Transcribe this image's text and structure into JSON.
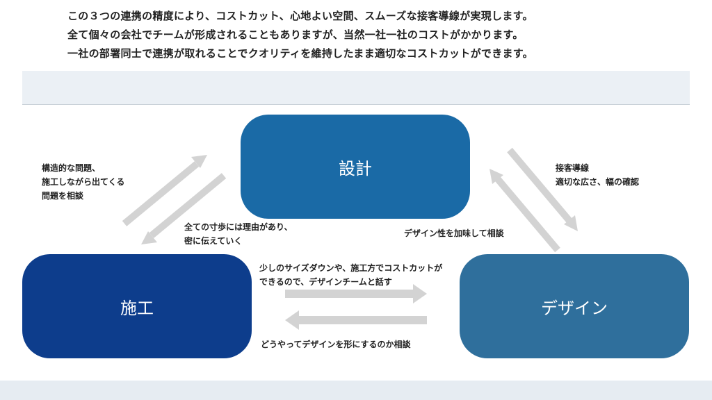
{
  "intro": {
    "lines": [
      "この３つの連携の精度により、コストカット、心地よい空間、スムーズな接客導線が実現します。",
      "全て個々の会社でチームが形成されることもありますが、当然一社一社のコストがかかります。",
      "一社の部署同士で連携が取れることでクオリティを維持したまま適切なコストカットができます。"
    ]
  },
  "nodes": {
    "design": {
      "label": "設計",
      "color": "#1a6aa6"
    },
    "construction": {
      "label": "施工",
      "color": "#0d3d8c"
    },
    "designer": {
      "label": "デザイン",
      "color": "#2f6f9c"
    }
  },
  "labels": {
    "construction_to_design": [
      "構造的な問題、",
      "施工しながら出てくる",
      "問題を相談"
    ],
    "design_to_construction": [
      "全ての寸歩には理由があり、",
      "密に伝えていく"
    ],
    "design_to_designer": [
      "接客導線",
      "適切な広さ、幅の確認"
    ],
    "designer_to_design": [
      "デザイン性を加味して相談"
    ],
    "construction_to_designer": [
      "少しのサイズダウンや、施工方でコストカットが",
      "できるので、デザインチームと話す"
    ],
    "designer_to_construction": [
      "どうやってデザインを形にするのか相談"
    ]
  },
  "colors": {
    "arrow": "#d3d3d3",
    "band": "#ebf0f5",
    "footer": "#e6ecf2"
  }
}
